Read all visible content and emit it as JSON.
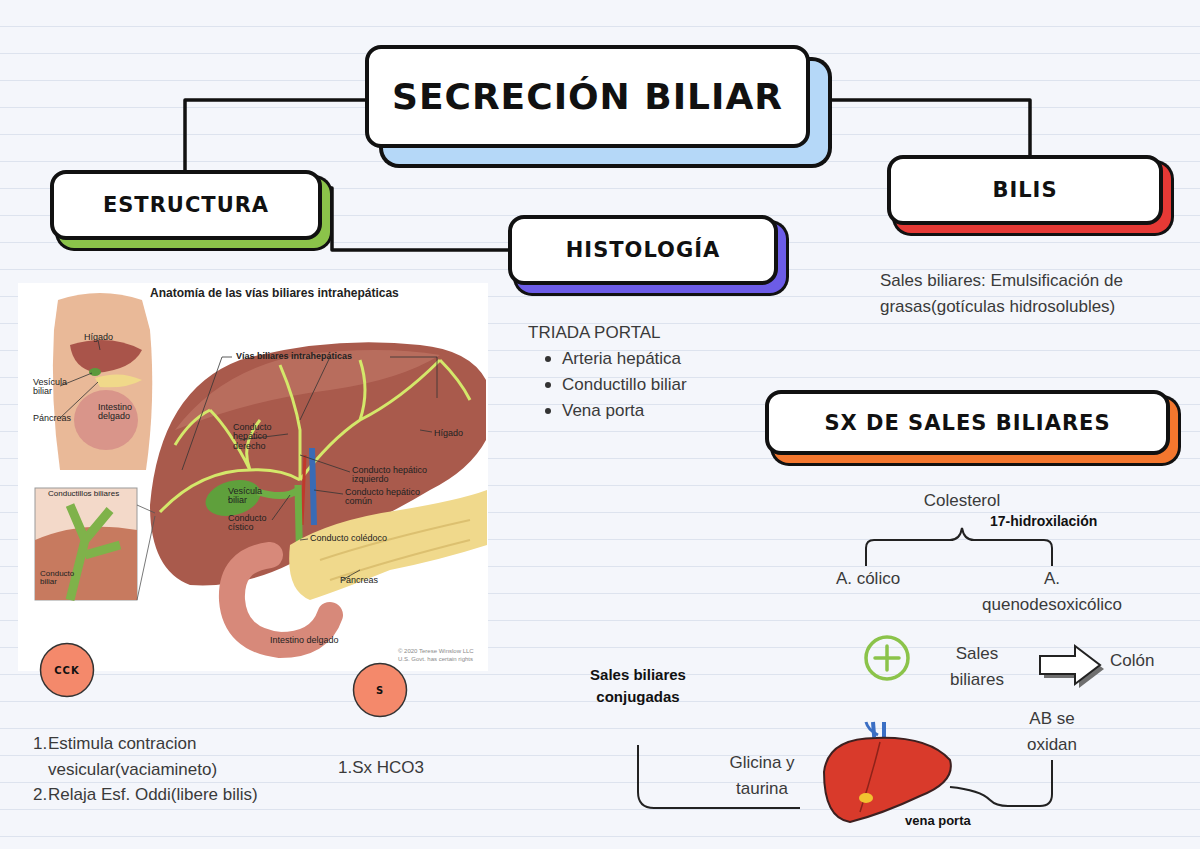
{
  "diagram": {
    "nodes": [
      {
        "text": [
          "SECRECIÓN BILIAR"
        ]
      },
      {
        "text": [
          "ESTRUCTURA"
        ]
      },
      {
        "text": [
          "HISTOLOGÍA"
        ]
      },
      {
        "text": [
          "BILIS"
        ]
      },
      {
        "text": [
          "SX DE SALES BILIARES"
        ]
      },
      {
        "text": [
          "CCK"
        ]
      },
      {
        "text": [
          "S"
        ]
      }
    ],
    "edges": [
      {
        "from": 0,
        "to": 1,
        "arrow": "none"
      },
      {
        "from": 1,
        "to": 2,
        "arrow": "none"
      },
      {
        "from": 0,
        "to": 3,
        "arrow": "none"
      }
    ],
    "labels": [
      "Anatomía de las vías biliares intrahepáticas",
      "Hígado",
      "Vesícula biliar",
      "Páncreas",
      "Intestino delgado",
      "Vías biliares intrahepáticas",
      "Conducto hepático derecho",
      "Hígado",
      "Conducto hepático izquierdo",
      "Conducto hepático común",
      "Vesícula biliar",
      "Conducto cístico",
      "Conducto colédoco",
      "Páncreas",
      "Intestino delgado",
      "Conductillos biliares",
      "Conducto biliar",
      "© 2020 Terese Winslow LLC",
      "U.S. Govt. has certain rights",
      "TRIADA PORTAL",
      "Arteria hepática",
      "Conductillo biliar",
      "Vena porta",
      "Sales biliares: Emulsificación de grasas(gotículas hidrosolubles)",
      "1.",
      "Estimula contracion vesicular(vaciamineto)",
      "2.",
      "Relaja Esf. Oddi(libere bilis)",
      "1.Sx HCO3",
      "Colesterol",
      "17-hidroxilación",
      "A. cólico",
      "A. quenodesoxicólico",
      "Sales biliares",
      "Colón",
      "AB se oxidan",
      "Sales biliares conjugadas",
      "Glicina y taurina",
      "vena porta"
    ]
  }
}
